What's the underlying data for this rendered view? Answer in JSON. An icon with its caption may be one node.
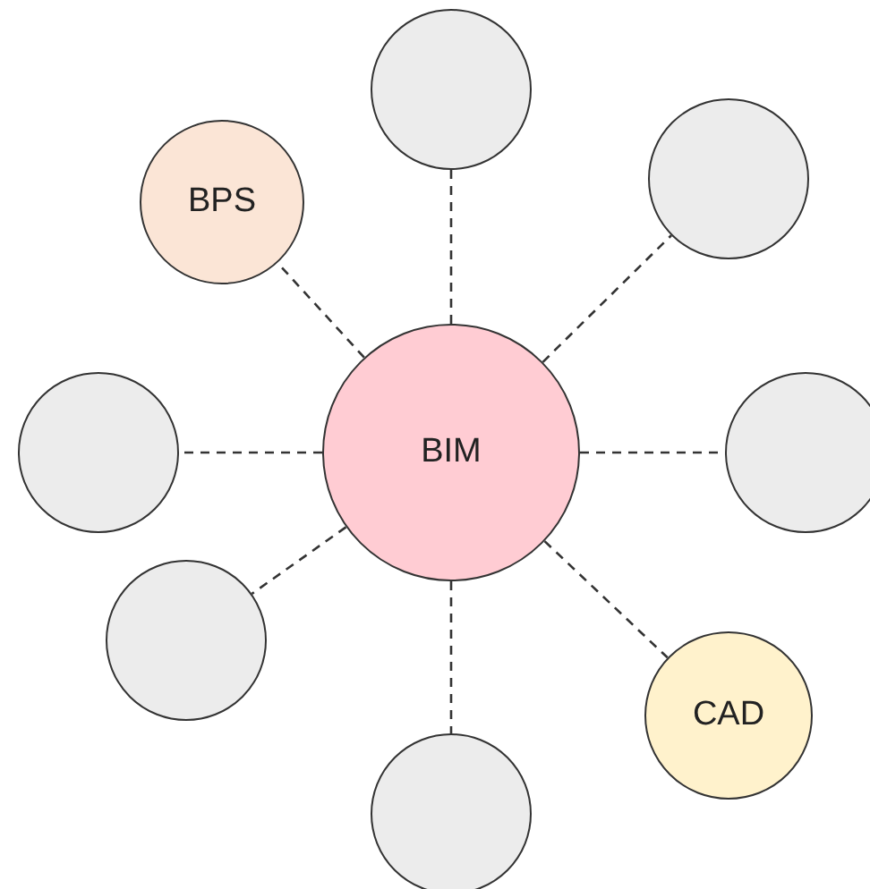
{
  "diagram": {
    "nodes": [
      {
        "text": [],
        "shape": "circle"
      },
      {
        "text": [
          "BPS"
        ]
      },
      {
        "text": [],
        "shape": "circle"
      },
      {
        "text": [],
        "shape": "circle"
      },
      {
        "text": [
          "BIM"
        ]
      },
      {
        "text": [],
        "shape": "circle"
      },
      {
        "text": [],
        "shape": "circle"
      },
      {
        "text": [
          "CAD"
        ]
      },
      {
        "text": [],
        "shape": "circle"
      }
    ],
    "edges": [
      {
        "from": 4,
        "to": 0,
        "arrow": "none",
        "style": "dashed"
      },
      {
        "from": 4,
        "to": 1,
        "arrow": "none",
        "style": "dashed"
      },
      {
        "from": 4,
        "to": 2,
        "arrow": "none",
        "style": "dashed"
      },
      {
        "from": 4,
        "to": 3,
        "arrow": "none",
        "style": "dashed"
      },
      {
        "from": 4,
        "to": 5,
        "arrow": "none",
        "style": "dashed"
      },
      {
        "from": 4,
        "to": 6,
        "arrow": "none",
        "style": "dashed"
      },
      {
        "from": 4,
        "to": 7,
        "arrow": "none",
        "style": "dashed"
      },
      {
        "from": 4,
        "to": 8,
        "arrow": "none",
        "style": "dashed"
      }
    ]
  }
}
